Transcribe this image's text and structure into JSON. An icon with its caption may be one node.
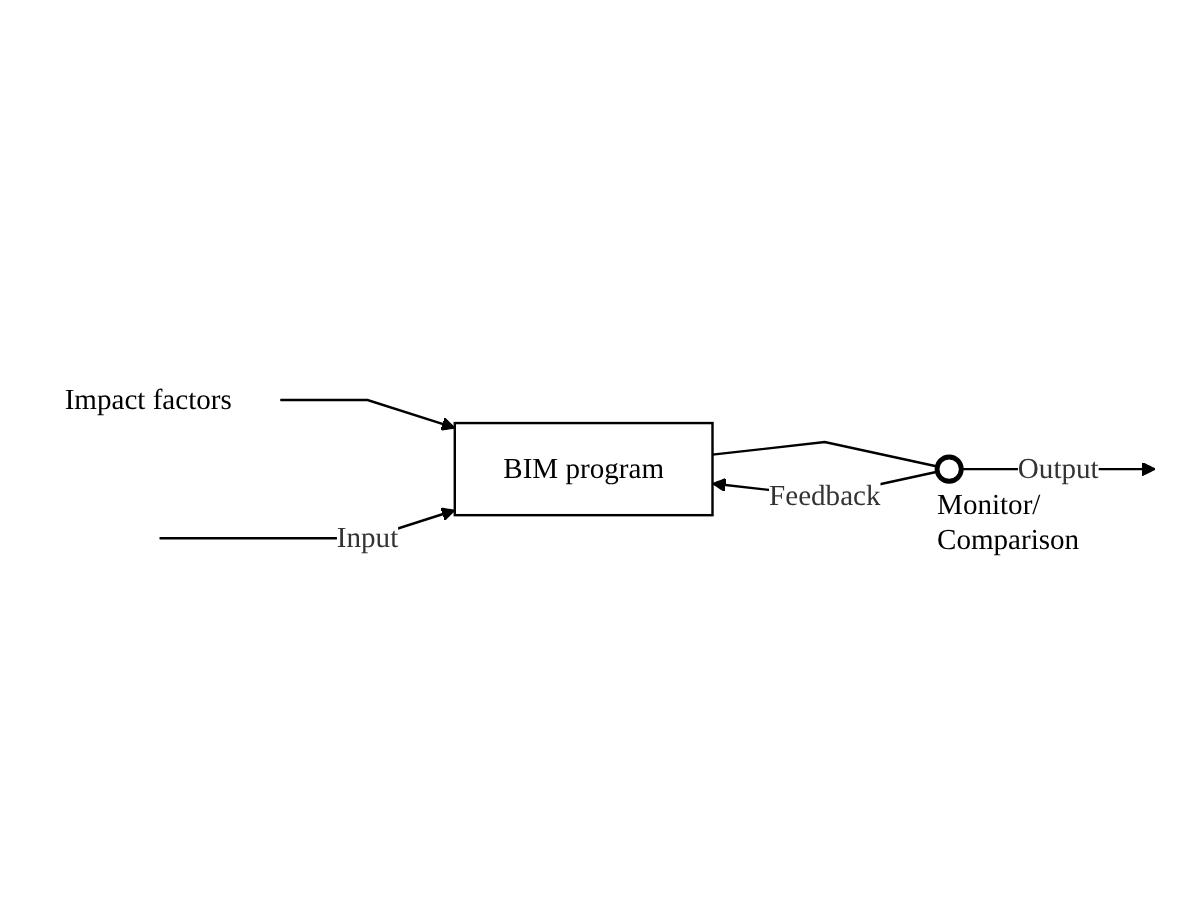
{
  "diagram": {
    "nodes": [
      {
        "text": [
          "Impact factors"
        ]
      },
      {
        "text": [
          "BIM program"
        ]
      },
      {
        "text": [],
        "shape": "circle",
        "beside": [
          "Monitor/ Comparison"
        ]
      }
    ],
    "edges": [
      {
        "from": 0,
        "to": 1,
        "arrow": "to"
      },
      {
        "from": null,
        "to": 1,
        "arrow": "to",
        "label": "Input"
      },
      {
        "from": 1,
        "to": 2,
        "arrow": "none"
      },
      {
        "from": 2,
        "to": null,
        "arrow": "to",
        "label": "Output"
      },
      {
        "from": 2,
        "to": 1,
        "arrow": "to",
        "label": "Feedback"
      }
    ]
  }
}
